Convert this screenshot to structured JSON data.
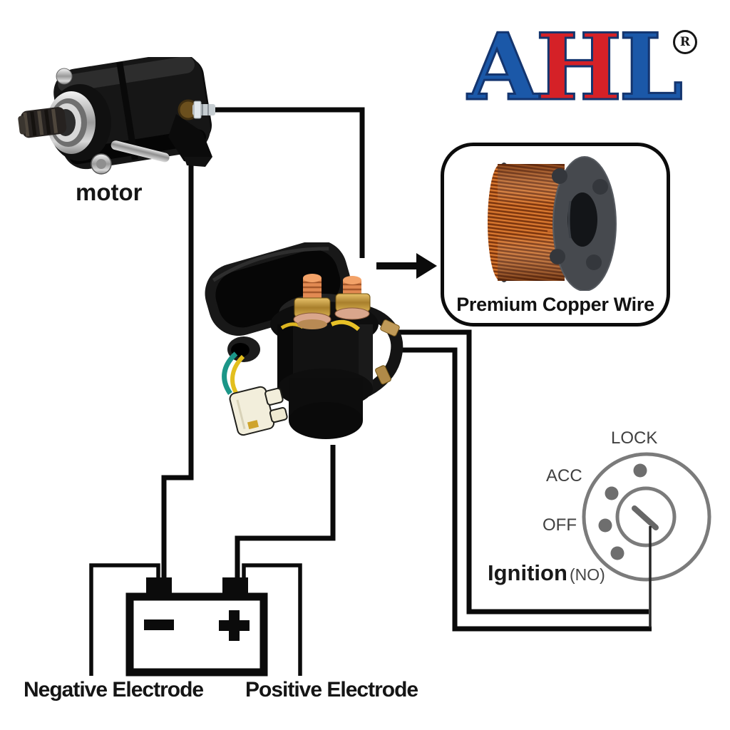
{
  "brand": {
    "name": "AHL",
    "letters": [
      {
        "char": "A",
        "color": "#1b58a8"
      },
      {
        "char": "H",
        "color": "#d52127"
      },
      {
        "char": "L",
        "color": "#1b58a8"
      }
    ],
    "registered": "R"
  },
  "components": {
    "motor_label": "motor",
    "copper_wire_callout": "Premium Copper Wire",
    "ignition_label": "Ignition",
    "ignition_contact_type": "(NO)",
    "key_positions": {
      "lock": "LOCK",
      "acc": "ACC",
      "off": "OFF"
    },
    "battery": {
      "negative_label": "Negative Electrode",
      "positive_label": "Positive Electrode",
      "negative_symbol": "−",
      "positive_symbol": "+"
    }
  },
  "colors": {
    "brand_blue": "#1b58a8",
    "brand_red": "#d52127",
    "brand_outline": "#14356f",
    "wire_line": "#0b0b0b",
    "ignition_ring": "#7b7b7b",
    "ignition_dot": "#6e6e6e",
    "copper": "#b2561b",
    "relay_wire_teal": "#1b9688",
    "relay_wire_yellow": "#e3bf1e",
    "connector_ivory": "#f2eedb"
  }
}
